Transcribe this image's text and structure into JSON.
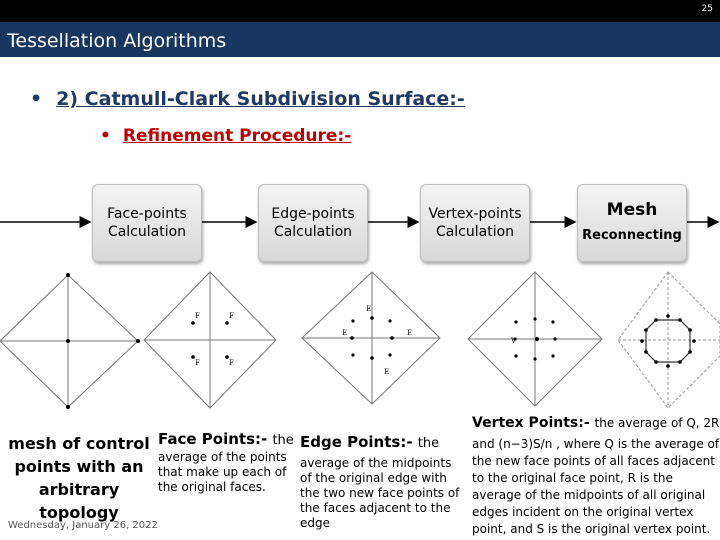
{
  "slide": {
    "page_number": "25",
    "title": "Tessellation Algorithms",
    "bullet1": "2) Catmull-Clark Subdivision Surface:-",
    "bullet2": "Refinement Procedure:-",
    "bullet_glyph": "•",
    "date": "Wednesday, January 26, 2022"
  },
  "flow": {
    "steps": [
      {
        "line1": "Face-points",
        "line2": "Calculation"
      },
      {
        "line1": "Edge-points",
        "line2": "Calculation"
      },
      {
        "line1": "Vertex-points",
        "line2": "Calculation"
      },
      {
        "line1": "Mesh",
        "line2": "Reconnecting"
      }
    ]
  },
  "diagrams": {
    "face_labels": [
      "F",
      "F",
      "F",
      "F"
    ],
    "edge_labels": [
      "E",
      "E",
      "E",
      "E"
    ],
    "vertex_label": "V"
  },
  "captions": {
    "mesh": "mesh of control points with an arbitrary topology",
    "face_title": "Face Points:-",
    "face_body_first": "the",
    "face_body": "average of the points that make up each of the original faces.",
    "edge_title": "Edge Points:-",
    "edge_body_first": "the",
    "edge_body": "average of the midpoints of the original edge with the two new face points of the faces adjacent to the edge",
    "vertex_title": "Vertex Points:-",
    "vertex_title_rest": "the average of Q, 2R",
    "vertex_body": "and (n−3)S/n , where Q is the average of the new face points of all faces adjacent to the original face point, R is the average of the midpoints of all original edges incident on the original vertex point, and S is the original vertex point."
  },
  "colors": {
    "topbar": "#000000",
    "titlebar": "#17375e",
    "bullet1": "#1f3864",
    "bullet2": "#c00000"
  }
}
